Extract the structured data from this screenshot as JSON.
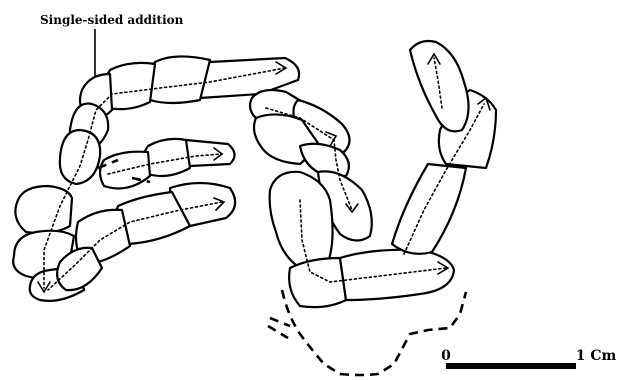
{
  "annotation": {
    "label": "Single-sided addition"
  },
  "scale_bar": {
    "start_label": "0",
    "end_label": "1 Cm"
  }
}
